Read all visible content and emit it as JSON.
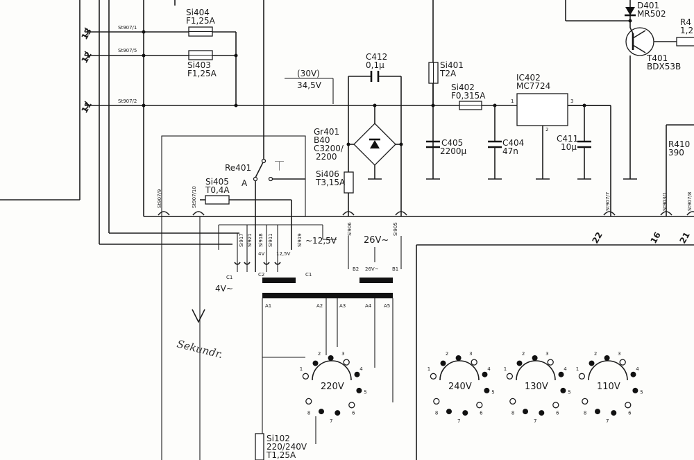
{
  "components": {
    "si404": {
      "ref": "Si404",
      "value": "F1,25A"
    },
    "si403": {
      "ref": "Si403",
      "value": "F1,25A"
    },
    "si405": {
      "ref": "Si405",
      "value": "T0,4A"
    },
    "si406": {
      "ref": "Si406",
      "value": "T3,15A"
    },
    "si401": {
      "ref": "Si401",
      "value": "T2A"
    },
    "si402": {
      "ref": "Si402",
      "value": "F0,315A"
    },
    "si102": {
      "ref": "Si102",
      "value1": "220/240V",
      "value2": "T1,25A"
    },
    "c412": {
      "ref": "C412",
      "value": "0,1µ"
    },
    "c405": {
      "ref": "C405",
      "value": "2200µ"
    },
    "c404": {
      "ref": "C404",
      "value": "47n"
    },
    "c411": {
      "ref": "C411",
      "value": "10µ"
    },
    "gr401": {
      "ref": "Gr401",
      "l2": "B40",
      "l3": "C3200/",
      "l4": "2200"
    },
    "ic402": {
      "ref": "IC402",
      "value": "MC7724",
      "pin1": "1",
      "pin2": "2",
      "pin3": "3"
    },
    "d401": {
      "ref": "D401",
      "value": "MR502"
    },
    "t401": {
      "ref": "T401",
      "value": "BDX53B"
    },
    "r410": {
      "ref": "R410",
      "value": "390"
    },
    "r4x": {
      "ref": "R4",
      "value": "1,2"
    },
    "re401": {
      "ref": "Re401",
      "contact": "A"
    }
  },
  "connectors": {
    "st907_1": "St907/1",
    "st907_5": "St907/5",
    "st907_2": "St907/2",
    "st907_9": "St907/9",
    "st907_10": "St907/10",
    "st907_7": "St907/7",
    "st903_1": "St903/1",
    "st907_8": "St907/8",
    "si917": "Si917",
    "si921": "Si921",
    "si918": "Si918",
    "si911": "Si911",
    "si919": "Si919",
    "si906": "Si906",
    "si905": "Si905"
  },
  "wire_numbers": [
    "13",
    "12",
    "11",
    "22",
    "16",
    "21"
  ],
  "voltages": {
    "v30": "(30V)",
    "v345": "34,5V",
    "v125": "~12,5V",
    "v125b": "12,5V",
    "v4": "4V~",
    "v26": "26V~",
    "v26b": "26V~",
    "b2": "B2",
    "b1": "B1",
    "c1": "C1",
    "c2": "C2",
    "c1b": "C1",
    "v4b": "4V"
  },
  "transformer_taps": [
    "A1",
    "A2",
    "A3",
    "A4",
    "A5"
  ],
  "selectors": [
    {
      "label": "220V",
      "pins": [
        "1",
        "2",
        "3",
        "4",
        "5",
        "6",
        "7",
        "8"
      ]
    },
    {
      "label": "240V",
      "pins": [
        "1",
        "2",
        "3",
        "4",
        "5",
        "6",
        "7",
        "8"
      ]
    },
    {
      "label": "130V",
      "pins": [
        "1",
        "2",
        "3",
        "4",
        "5",
        "6",
        "7",
        "8"
      ]
    },
    {
      "label": "110V",
      "pins": [
        "1",
        "2",
        "3",
        "4",
        "5",
        "6",
        "7",
        "8"
      ]
    }
  ],
  "handwriting": "Sekundr."
}
